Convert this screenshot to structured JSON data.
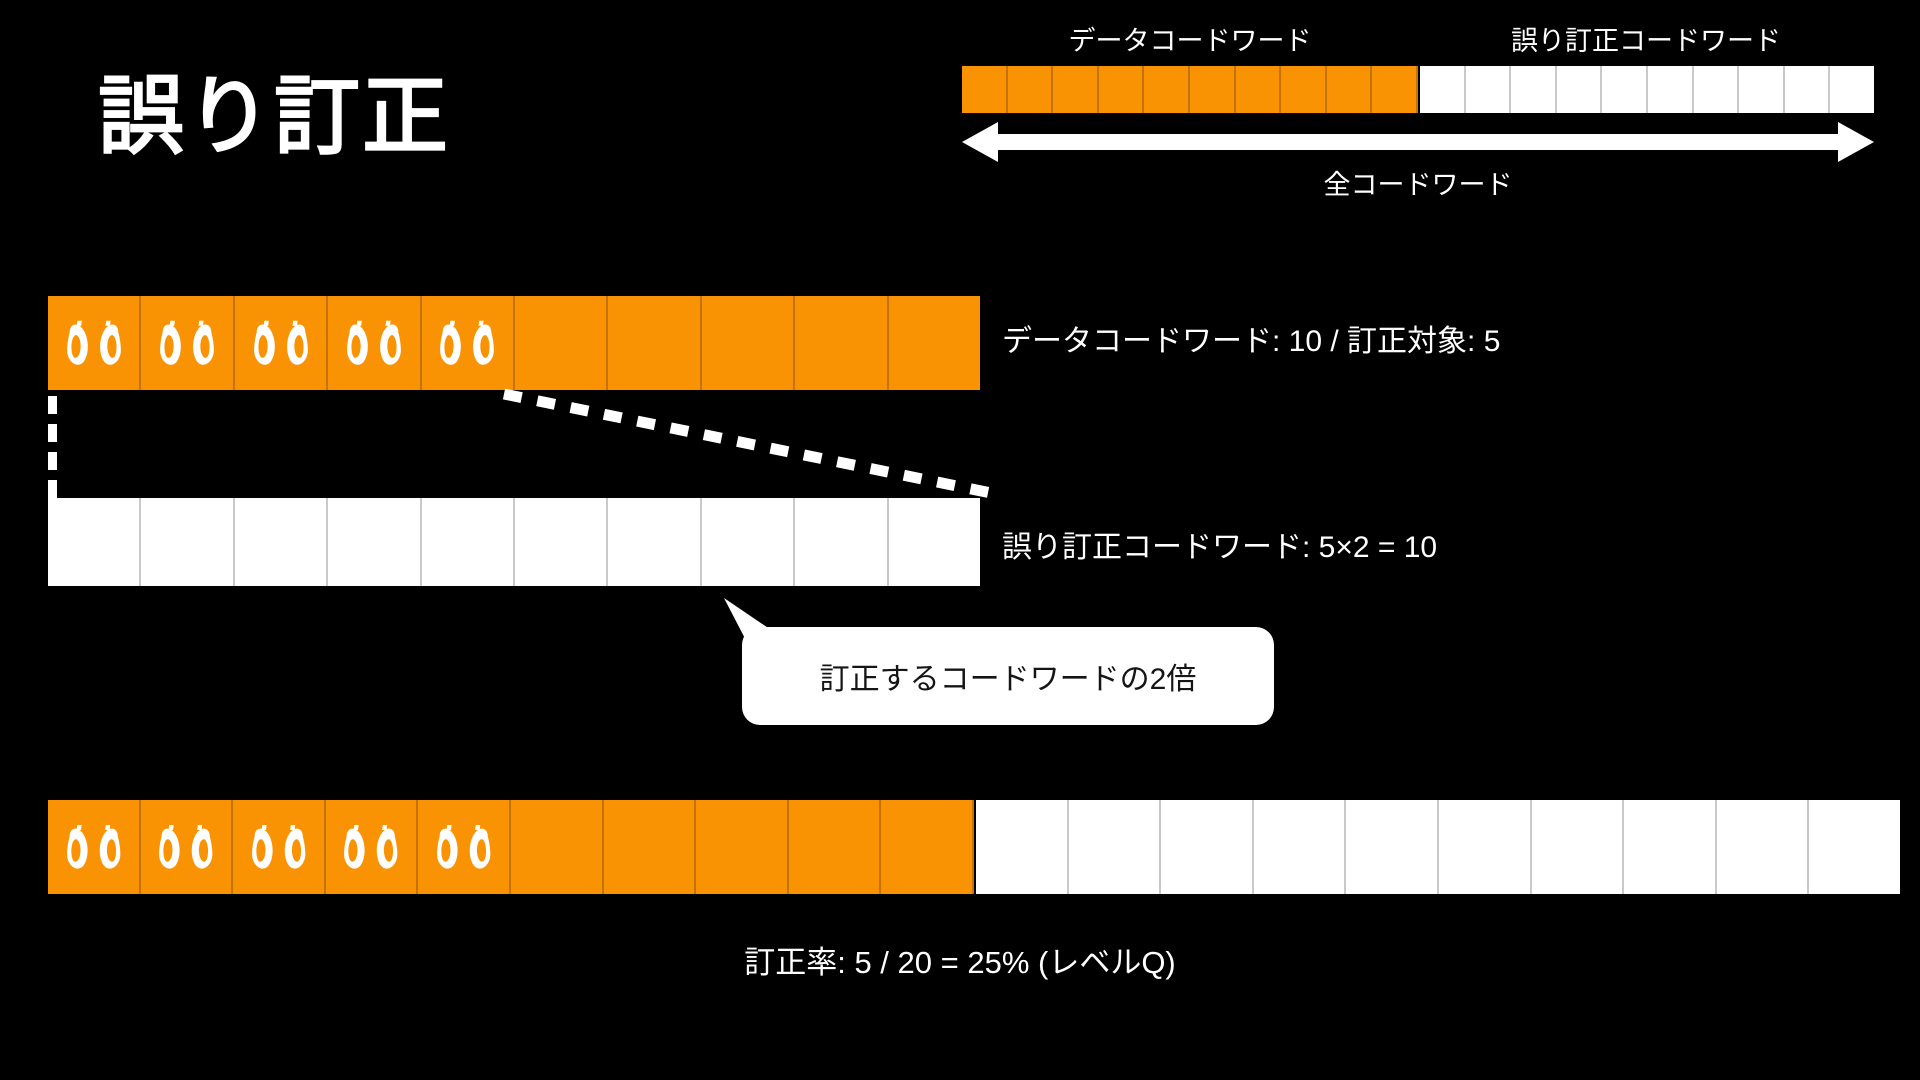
{
  "slide": {
    "title": "誤り訂正",
    "background_color": "#000000",
    "data_color": "#F99303",
    "ec_color": "#FFFFFF",
    "text_color": "#FFFFFF"
  },
  "top_diagram": {
    "data_label": "データコードワード",
    "ec_label": "誤り訂正コードワード",
    "span_label": "全コードワード",
    "data_cells": 10,
    "ec_cells": 10
  },
  "data_row": {
    "label": "データコードワード: 10 / 訂正対象: 5",
    "cells": 10,
    "error_cells": 5,
    "error_icon": "eyes-icon"
  },
  "ec_row": {
    "label": "誤り訂正コードワード: 5×2 = 10",
    "cells": 10
  },
  "bubble": {
    "text": "訂正するコードワードの2倍"
  },
  "full_row": {
    "data_cells": 10,
    "ec_cells": 10,
    "error_cells": 5,
    "error_icon": "eyes-icon"
  },
  "caption": {
    "text": "訂正率: 5 / 20 = 25% (レベルQ)"
  },
  "chart_data": {
    "type": "bar",
    "title": "誤り訂正",
    "categories": [
      "データコードワード",
      "誤り訂正コードワード"
    ],
    "values": [
      10,
      10
    ],
    "annotations": [
      "データコードワード: 10 / 訂正対象: 5",
      "誤り訂正コードワード: 5×2 = 10",
      "訂正するコードワードの2倍",
      "訂正率: 5 / 20 = 25% (レベルQ)",
      "全コードワード"
    ],
    "xlabel": "",
    "ylabel": "",
    "total_codewords": 20,
    "correctable": 5,
    "correction_rate_percent": 25,
    "ec_level": "Q"
  }
}
